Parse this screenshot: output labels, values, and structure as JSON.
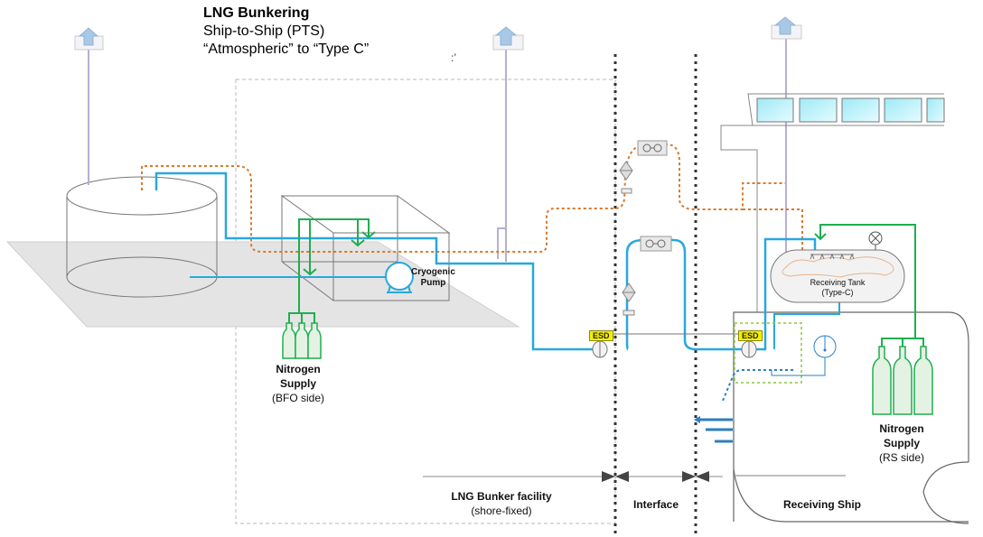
{
  "title": {
    "line1": "LNG Bunkering",
    "line2": "Ship-to-Ship (PTS)",
    "line3": "“Atmospheric” to “Type C”"
  },
  "labels": {
    "cryogenic_pump": [
      "Cryogenic",
      "Pump"
    ],
    "nitrogen_bfo": [
      "Nitrogen",
      "Supply",
      "(BFO side)"
    ],
    "nitrogen_rs": [
      "Nitrogen",
      "Supply",
      "(RS side)"
    ],
    "receiving_tank": [
      "Receiving Tank",
      "(Type-C)"
    ],
    "esd_left": "ESD",
    "esd_right": "ESD"
  },
  "zones": {
    "bunker_facility": [
      "LNG Bunker facility",
      "(shore-fixed)"
    ],
    "interface": "Interface",
    "receiving_ship": "Receiving Ship"
  },
  "colors": {
    "lng_line": "#29a8dc",
    "vapour_return": "#d9792b",
    "nitrogen_line": "#1fae4f",
    "vent_line": "#b7afd2",
    "esd_badge": "#f5f000",
    "window_fill": "#c9f3fb",
    "deck": "#e3e3e3"
  },
  "icons": {
    "vent_mast": "vent-arrow-icon",
    "pump": "pump-icon",
    "break_coupling": "dry-break-coupling-icon",
    "strainer": "strainer-icon",
    "esd_valve": "ball-valve-icon",
    "gauge": "gauge-icon",
    "cylinder": "gas-cylinder-icon"
  }
}
